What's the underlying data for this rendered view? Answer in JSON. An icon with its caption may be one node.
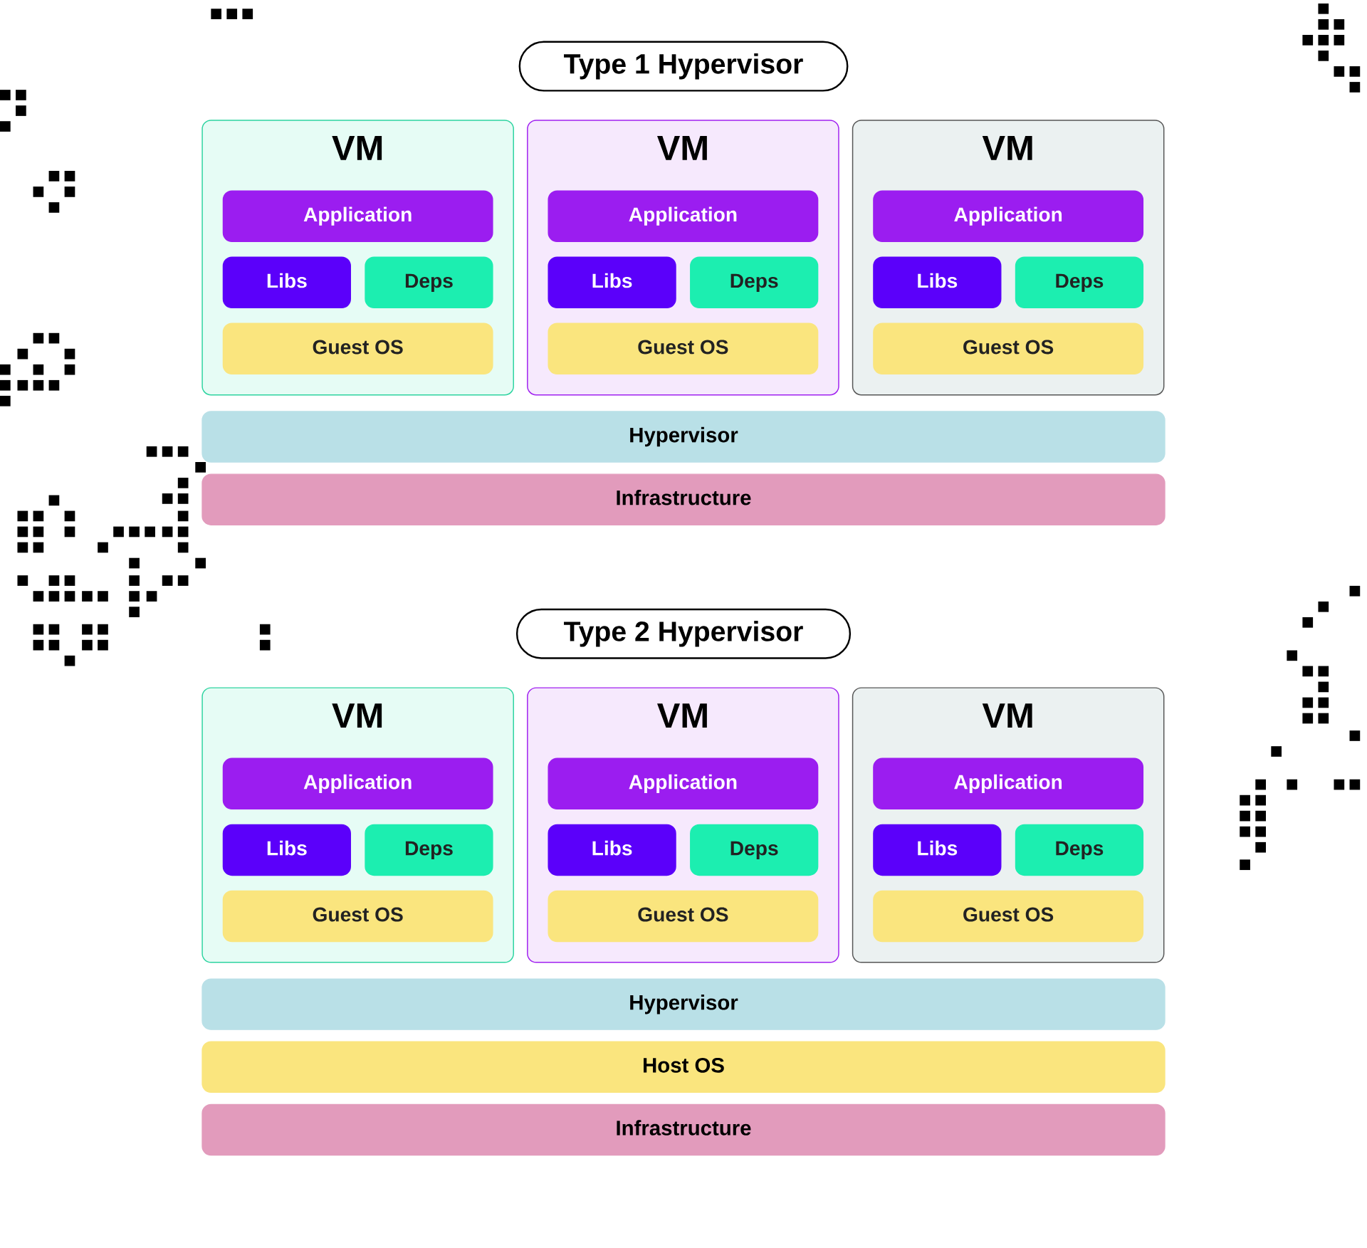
{
  "diagram": {
    "nodes": [
      {
        "text": [
          "Type 1 Hypervisor"
        ]
      },
      {
        "text": [
          "VM"
        ]
      },
      {
        "text": [
          "Application"
        ],
        "in": 1
      },
      {
        "text": [
          "Libs"
        ],
        "in": 1
      },
      {
        "text": [
          "Deps"
        ],
        "in": 1
      },
      {
        "text": [
          "Guest OS"
        ],
        "in": 1
      },
      {
        "text": [
          "VM"
        ]
      },
      {
        "text": [
          "Application"
        ],
        "in": 6
      },
      {
        "text": [
          "Libs"
        ],
        "in": 6
      },
      {
        "text": [
          "Deps"
        ],
        "in": 6
      },
      {
        "text": [
          "Guest OS"
        ],
        "in": 6
      },
      {
        "text": [
          "VM"
        ]
      },
      {
        "text": [
          "Application"
        ],
        "in": 11
      },
      {
        "text": [
          "Libs"
        ],
        "in": 11
      },
      {
        "text": [
          "Deps"
        ],
        "in": 11
      },
      {
        "text": [
          "Guest OS"
        ],
        "in": 11
      },
      {
        "text": [
          "Hypervisor"
        ]
      },
      {
        "text": [
          "Infrastructure"
        ]
      },
      {
        "text": [
          "Type 2 Hypervisor"
        ]
      },
      {
        "text": [
          "VM"
        ]
      },
      {
        "text": [
          "Application"
        ],
        "in": 19
      },
      {
        "text": [
          "Libs"
        ],
        "in": 19
      },
      {
        "text": [
          "Deps"
        ],
        "in": 19
      },
      {
        "text": [
          "Guest OS"
        ],
        "in": 19
      },
      {
        "text": [
          "VM"
        ]
      },
      {
        "text": [
          "Application"
        ],
        "in": 24
      },
      {
        "text": [
          "Libs"
        ],
        "in": 24
      },
      {
        "text": [
          "Deps"
        ],
        "in": 24
      },
      {
        "text": [
          "Guest OS"
        ],
        "in": 24
      },
      {
        "text": [
          "VM"
        ]
      },
      {
        "text": [
          "Application"
        ],
        "in": 29
      },
      {
        "text": [
          "Libs"
        ],
        "in": 29
      },
      {
        "text": [
          "Deps"
        ],
        "in": 29
      },
      {
        "text": [
          "Guest OS"
        ],
        "in": 29
      },
      {
        "text": [
          "Hypervisor"
        ]
      },
      {
        "text": [
          "Host OS"
        ]
      },
      {
        "text": [
          "Infrastructure"
        ]
      }
    ]
  }
}
